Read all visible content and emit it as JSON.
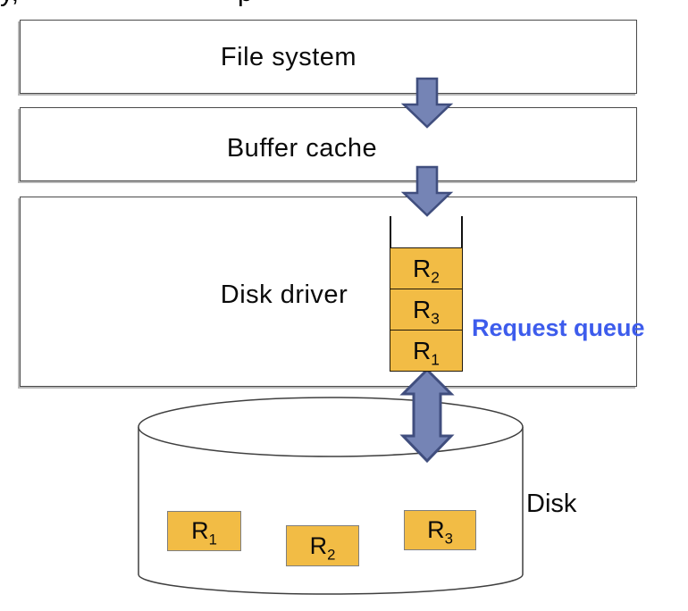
{
  "colors": {
    "block-fill": "#F2BC45",
    "arrow-fill": "#7584B5",
    "arrow-stroke": "#404E7E",
    "label-blue": "#3D5CEC",
    "box-border": "#4a4a4a"
  },
  "clipped_header": {
    "left_fragment": "y,",
    "right_fragment": "p"
  },
  "layers": [
    {
      "label": "File system"
    },
    {
      "label": "Buffer cache"
    },
    {
      "label": "Disk driver"
    }
  ],
  "request_queue": {
    "label": "Request queue",
    "cells": [
      {
        "base": "R",
        "sub": "2"
      },
      {
        "base": "R",
        "sub": "3"
      },
      {
        "base": "R",
        "sub": "1"
      }
    ]
  },
  "disk": {
    "label": "Disk",
    "blocks": [
      {
        "base": "R",
        "sub": "1"
      },
      {
        "base": "R",
        "sub": "2"
      },
      {
        "base": "R",
        "sub": "3"
      }
    ]
  }
}
